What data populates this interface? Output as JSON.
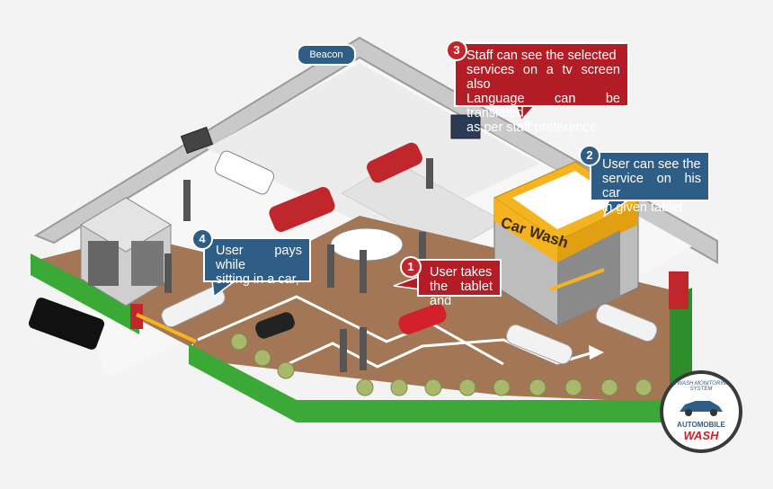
{
  "beacon_label": "Beacon",
  "shop_sign": "Car Wash",
  "callouts": {
    "staff": {
      "number": "3",
      "line1": "Staff can see the selected",
      "line2": "services on a tv screen also",
      "line3": "Language can be translated",
      "line4": "as per staff preference"
    },
    "user_tablet": {
      "number": "2",
      "line1": "User can see the",
      "line2": "service on his car",
      "line3": "in given tablet"
    },
    "user_pays": {
      "number": "4",
      "line1": "User pays while",
      "line2": "sitting in a car,"
    },
    "user_takes": {
      "number": "1",
      "line1": "User takes",
      "line2": "the tablet and"
    }
  },
  "logo": {
    "top_text": "A WASH MONITORING SYSTEM",
    "brand1": "AUTOMOBILE",
    "brand2": "WASH"
  },
  "colors": {
    "wall_gray": "#9a9a9a",
    "floor_white": "#f7f7f7",
    "road_brown": "#a37656",
    "grass_green": "#3aa935",
    "callout_red": "#b31d25",
    "callout_blue": "#2e5d86",
    "sign_yellow": "#f4b420"
  }
}
